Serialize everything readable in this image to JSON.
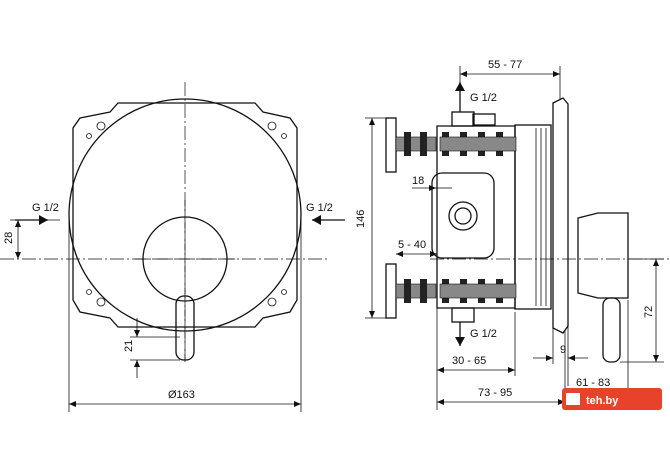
{
  "labels": {
    "g_left": "G 1/2",
    "g_right": "G 1/2",
    "g_top": "G 1/2",
    "g_bottom": "G 1/2",
    "dim_28": "28",
    "dim_21": "21",
    "dim_163": "Ø163",
    "dim_146": "146",
    "dim_55_77": "55 - 77",
    "dim_18": "18",
    "dim_5_40": "5 - 40",
    "dim_30_65": "30 - 65",
    "dim_9": "9",
    "dim_73_95": "73 - 95",
    "dim_61_83": "61 - 83",
    "dim_72": "72"
  },
  "watermark": {
    "text": "teh.by",
    "color": "#e8432a"
  }
}
